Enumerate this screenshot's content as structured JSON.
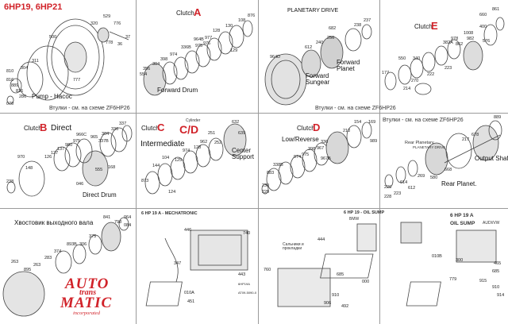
{
  "page": {
    "title": "6HP19, 6HP21",
    "accent_color": "#d1232a",
    "line_color": "#9a9a9a"
  },
  "panels": {
    "pump": {
      "caption": "Pump - Насос",
      "footnote": "Втулки - см. на схеме ZF6HP26",
      "numbers": [
        "529",
        "320",
        "776",
        "36",
        "37",
        "778",
        "500",
        "311",
        "304",
        "777",
        "816",
        "889",
        "816",
        "286",
        "070",
        "810"
      ]
    },
    "clutch_a": {
      "prefix": "Clutch",
      "letter": "A",
      "caption": "Forward Drum",
      "numbers": [
        "876",
        "108",
        "130",
        "128",
        "977",
        "976",
        "964B",
        "975",
        "336B",
        "974",
        "398",
        "304",
        "356",
        "554",
        "129"
      ]
    },
    "planetary": {
      "title": "PLANETARY DRIVE",
      "caption_sungear": "Forward Sungear",
      "caption_planet": "Forward Planet",
      "footnote": "Втулки - см. на схеме ZF6HP26",
      "numbers": [
        "238",
        "682",
        "240",
        "612",
        "964D",
        "256",
        "237"
      ]
    },
    "clutch_e": {
      "prefix": "Clutch",
      "letter": "E",
      "numbers": [
        "861",
        "660",
        "400",
        "1008",
        "982",
        "862",
        "978",
        "382A",
        "550",
        "340",
        "576",
        "177",
        "222",
        "270",
        "223",
        "214"
      ]
    },
    "clutch_b": {
      "prefix": "Clutch",
      "letter": "B",
      "title": "Direct",
      "caption": "Direct Drum",
      "numbers": [
        "337",
        "336",
        "304",
        "337B",
        "965",
        "966C",
        "975",
        "980",
        "137",
        "127",
        "126",
        "970",
        "238",
        "148",
        "555",
        "168",
        "046"
      ]
    },
    "clutch_cd": {
      "prefix": "Clutch",
      "letter": "C",
      "letter2": "C/D",
      "small": "Cylinder",
      "title": "Intermediate",
      "caption": "Center Support",
      "numbers": [
        "632",
        "639",
        "251",
        "252",
        "962",
        "128",
        "974",
        "104",
        "125",
        "144",
        "873",
        "124"
      ]
    },
    "clutch_d": {
      "prefix": "Clutch",
      "letter": "D",
      "title": "Low/Reverse",
      "numbers": [
        "154",
        "169",
        "210",
        "967",
        "336",
        "398",
        "975",
        "974",
        "338B",
        "967B",
        "883",
        "229",
        "230",
        "989"
      ]
    },
    "rear": {
      "title": "Втулки - см. на схеме ZF6HP26",
      "label_planetary": "Rear Planetary",
      "label_small": "PLANETARY DRIVE",
      "caption_shaft": "Output Shaft",
      "caption_planet": "Rear Planet.",
      "numbers": [
        "889",
        "678",
        "217",
        "668",
        "269",
        "614",
        "612",
        "580",
        "226",
        "223",
        "228"
      ]
    },
    "output": {
      "title": "Хвостовик выходного вала",
      "numbers": [
        "841",
        "798",
        "064",
        "084",
        "375",
        "306",
        "893B",
        "374",
        "283",
        "263",
        "895",
        "263"
      ]
    },
    "mechatronic": {
      "title": "6 HP 19 A - MECHATRONIC",
      "numbers": [
        "446",
        "740",
        "347",
        "443",
        "010A",
        "451"
      ],
      "small_labels": [
        "6HP19A",
        "AT09-5090-0"
      ]
    },
    "oil_sump": {
      "title": "6 HP 19 - OIL SUMP",
      "small": "BMW",
      "label": "Сальники и прокладки",
      "numbers": [
        "444",
        "760",
        "685",
        "906",
        "910",
        "492",
        "010B",
        "000"
      ]
    },
    "oil_sump_a": {
      "title": "6 HP 19 A",
      "title2": "OIL SUMP",
      "small": "AUDI/VW",
      "numbers": [
        "300",
        "779",
        "685",
        "910",
        "915",
        "914",
        "465"
      ]
    }
  },
  "logo": {
    "line1": "AUTO",
    "line2": "trans",
    "line3": "MATIC",
    "line4": "incorporated"
  }
}
